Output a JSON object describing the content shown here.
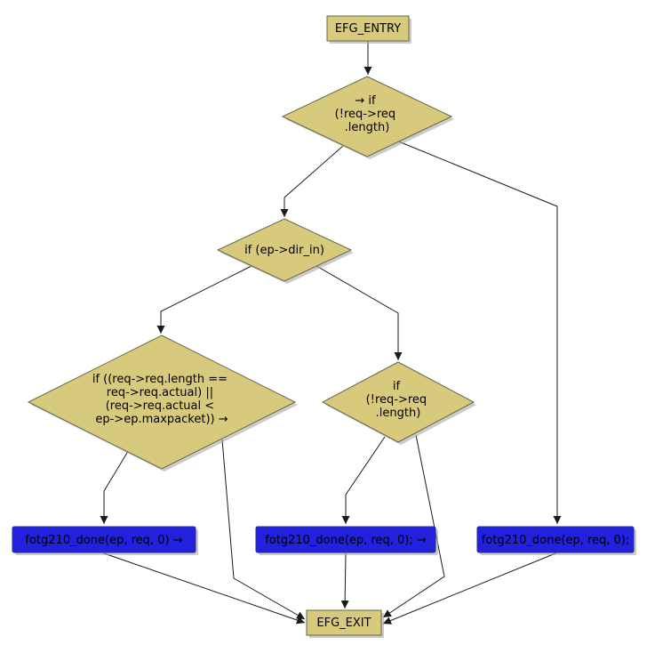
{
  "diagram": {
    "colors": {
      "background": "#ffffff",
      "node_fill": "#d8ca7d",
      "node_border": "#66664a",
      "call_fill": "#2121de",
      "call_text": "#000080",
      "edge": "#1a1a1a",
      "shadow": "#a9a9a9"
    },
    "nodes": {
      "entry": {
        "label": "EFG_ENTRY"
      },
      "cond_req_length_top": {
        "lines": [
          "→ if",
          "(!req->req",
          ".length)"
        ]
      },
      "cond_dir_in": {
        "label": "if (ep->dir_in)"
      },
      "cond_length_actual": {
        "lines": [
          "if ((req->req.length ==",
          "req->req.actual) ||",
          "(req->req.actual <",
          "ep->ep.maxpacket)) →"
        ]
      },
      "cond_req_length_right": {
        "lines": [
          "if",
          "(!req->req",
          ".length)"
        ]
      },
      "call_left": {
        "label": "fotg210_done(ep, req, 0) →"
      },
      "call_mid": {
        "label": "fotg210_done(ep, req, 0); →"
      },
      "call_right": {
        "label": "fotg210_done(ep, req, 0);"
      },
      "exit": {
        "label": "EFG_EXIT"
      }
    }
  }
}
